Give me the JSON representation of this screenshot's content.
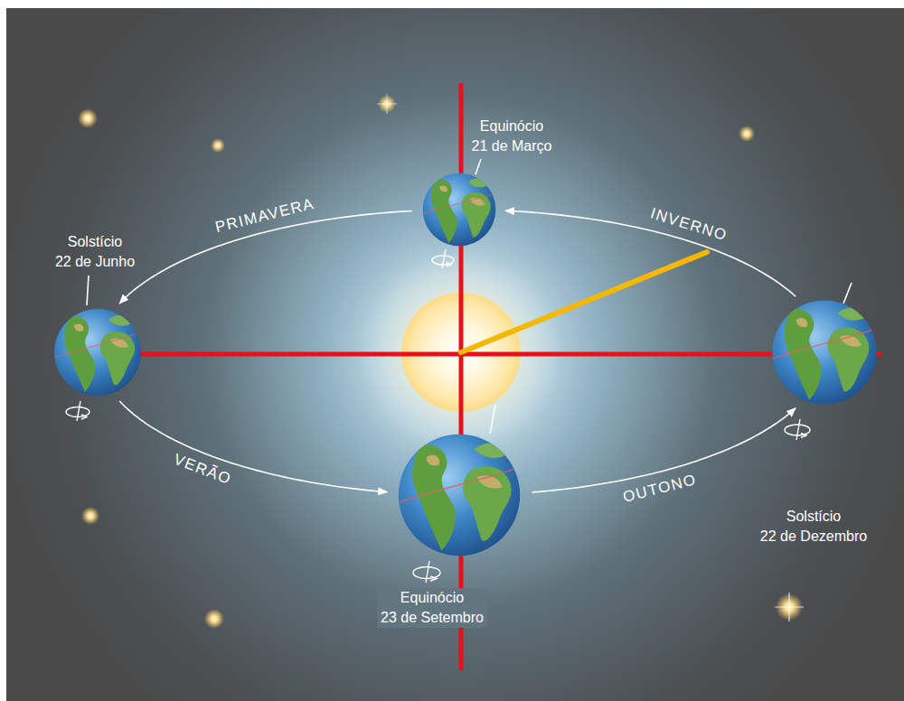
{
  "diagram": {
    "nodes": [
      {
        "text": [
          "Equinócio",
          "21 de Março"
        ]
      },
      {
        "text": [
          "Solstício",
          "22 de Junho"
        ]
      },
      {
        "text": [
          "Solstício",
          "22 de Dezembro"
        ]
      },
      {
        "text": [
          "Equinócio",
          "23 de Setembro"
        ]
      }
    ],
    "edges": [
      {
        "from": 0,
        "to": 1,
        "arrow": "to",
        "label": "PRIMAVERA"
      },
      {
        "from": 2,
        "to": 0,
        "arrow": "to",
        "label": "INVERNO"
      },
      {
        "from": 1,
        "to": 3,
        "arrow": "to",
        "label": "VERÃO"
      },
      {
        "from": 3,
        "to": 2,
        "arrow": "to",
        "label": "OUTONO"
      }
    ]
  }
}
